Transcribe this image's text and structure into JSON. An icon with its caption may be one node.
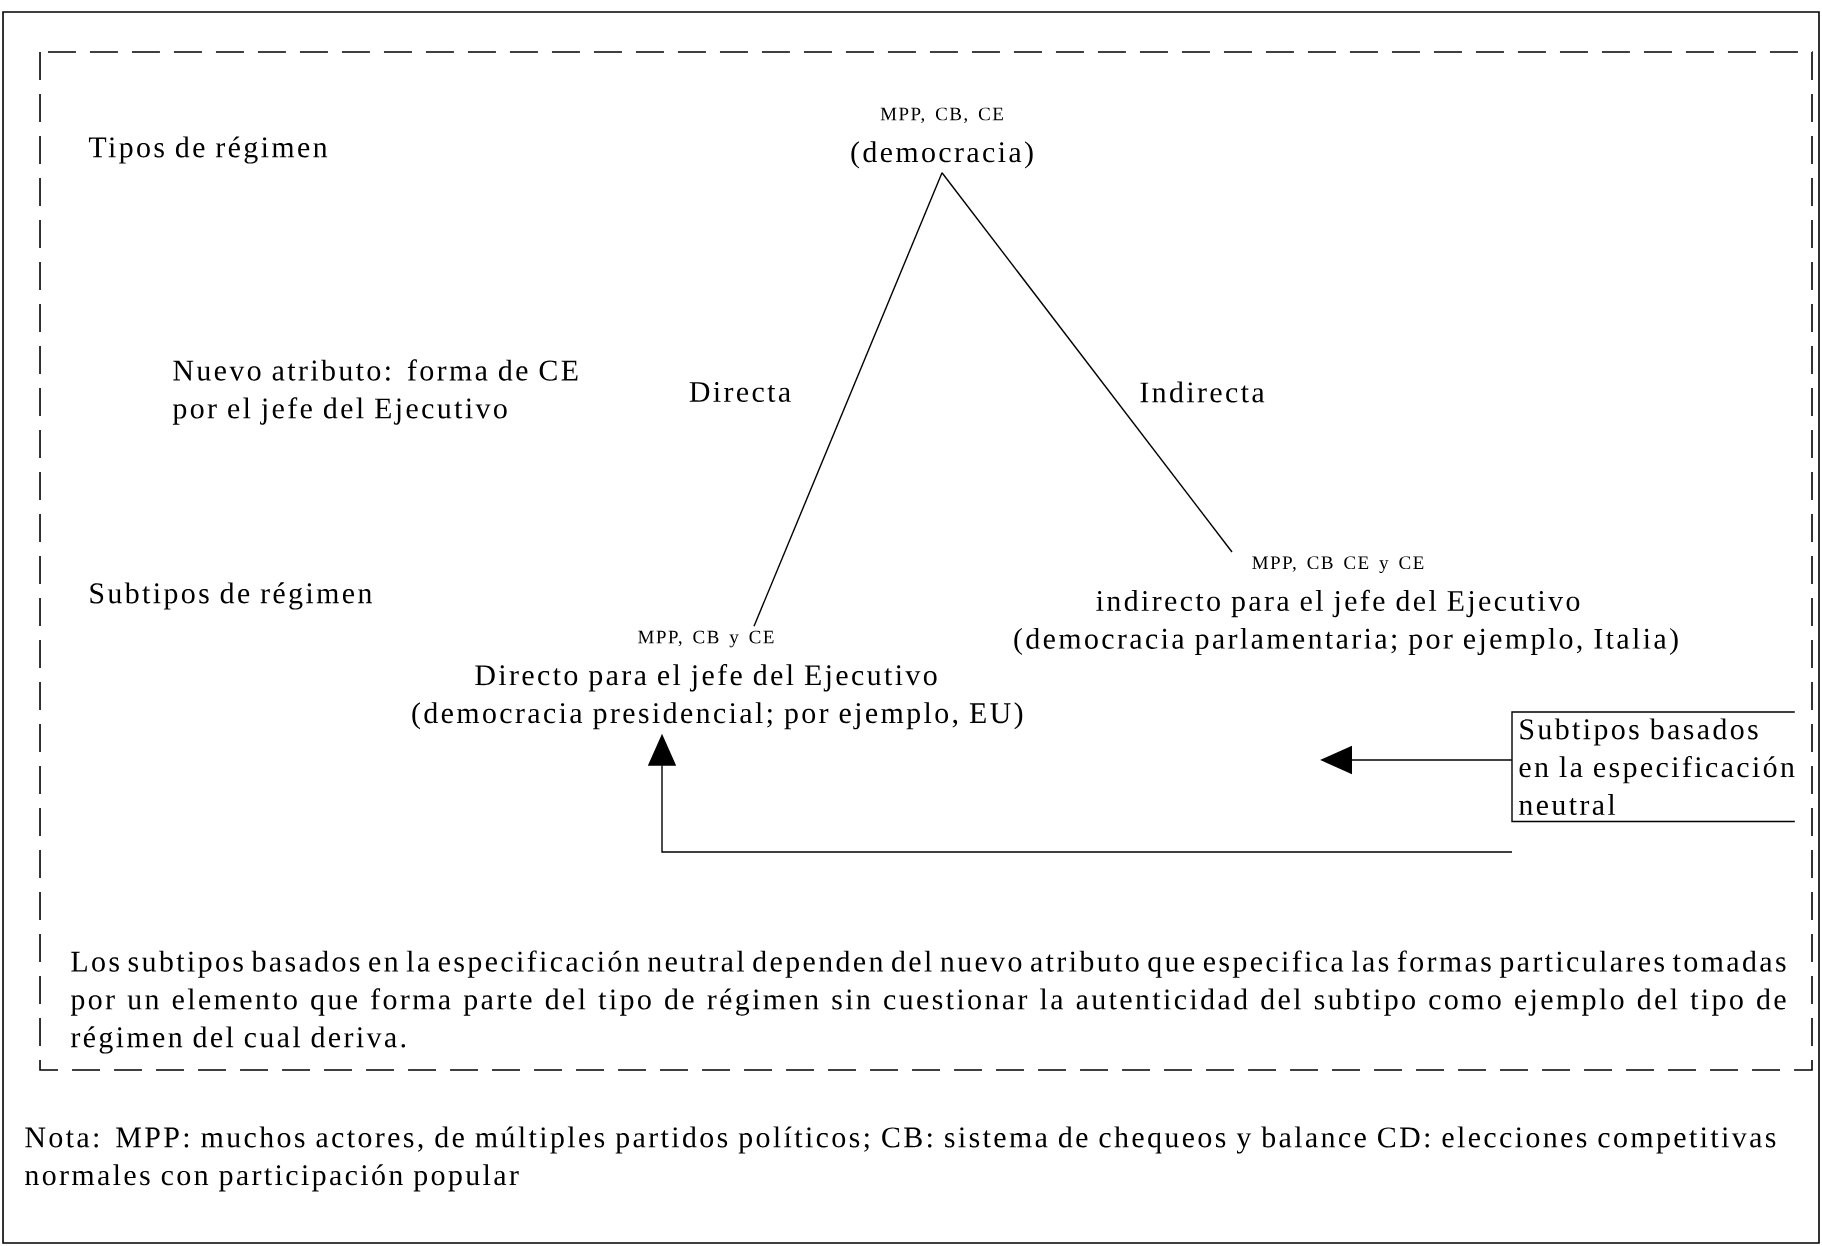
{
  "diagram": {
    "nodes": [
      {
        "text": [
          "MPP, CB, CE",
          "(democracia)"
        ]
      },
      {
        "text": [
          "MPP, CB y CE",
          "Directo para el jefe del Ejecutivo (democracia presidencial; por ejemplo, EU)"
        ]
      },
      {
        "text": [
          "MPP, CB CE y CE",
          "indirecto para el jefe del Ejecutivo (democracia parlamentaria; por ejemplo, Italia)"
        ]
      },
      {
        "text": [
          "Subtipos basados en la especificación neutral"
        ]
      }
    ],
    "edges": [
      {
        "from": 0,
        "to": 1,
        "arrow": "none",
        "label": "Directa"
      },
      {
        "from": 0,
        "to": 2,
        "arrow": "none",
        "label": "Indirecta"
      },
      {
        "from": 3,
        "to": 2,
        "arrow": "to"
      },
      {
        "from": 3,
        "to": 1,
        "arrow": "to"
      }
    ],
    "labels": [
      "Tipos de régimen",
      "Nuevo atributo: forma de CE por el jefe del Ejecutivo",
      "Subtipos de régimen",
      "Los subtipos basados en la especificación neutral dependen del nuevo atributo que especifica las formas particulares tomadas por un elemento que forma parte del tipo de régimen sin cuestionar la autenticidad del subtipo como ejemplo del tipo de régimen del cual deriva.",
      "Nota: MPP: muchos actores, de múltiples partidos políticos; CB: sistema de chequeos y balance CD: elecciones competitivas normales con participación popular"
    ]
  }
}
